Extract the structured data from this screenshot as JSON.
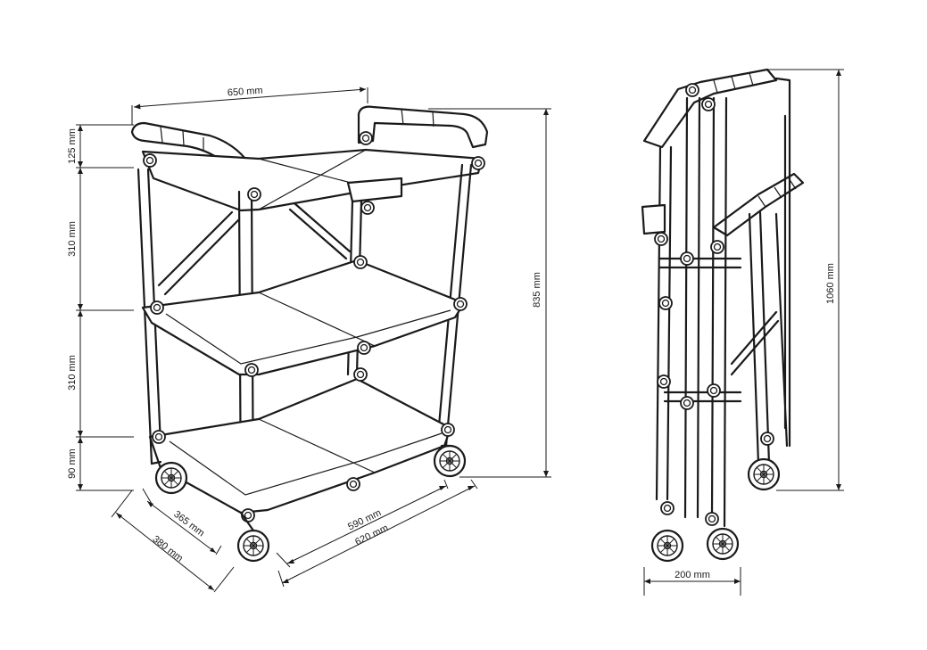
{
  "dimensions": {
    "width_top": "650 mm",
    "handle_height": "125 mm",
    "shelf_gap_upper": "310 mm",
    "shelf_gap_lower": "310 mm",
    "bottom_clearance": "90 mm",
    "total_height": "835 mm",
    "depth_inner": "365 mm",
    "depth_outer": "380 mm",
    "length_inner": "590 mm",
    "length_outer": "620 mm",
    "folded_height": "1060 mm",
    "folded_depth": "200 mm"
  },
  "colors": {
    "line": "#1a1a1a",
    "background": "#ffffff"
  }
}
